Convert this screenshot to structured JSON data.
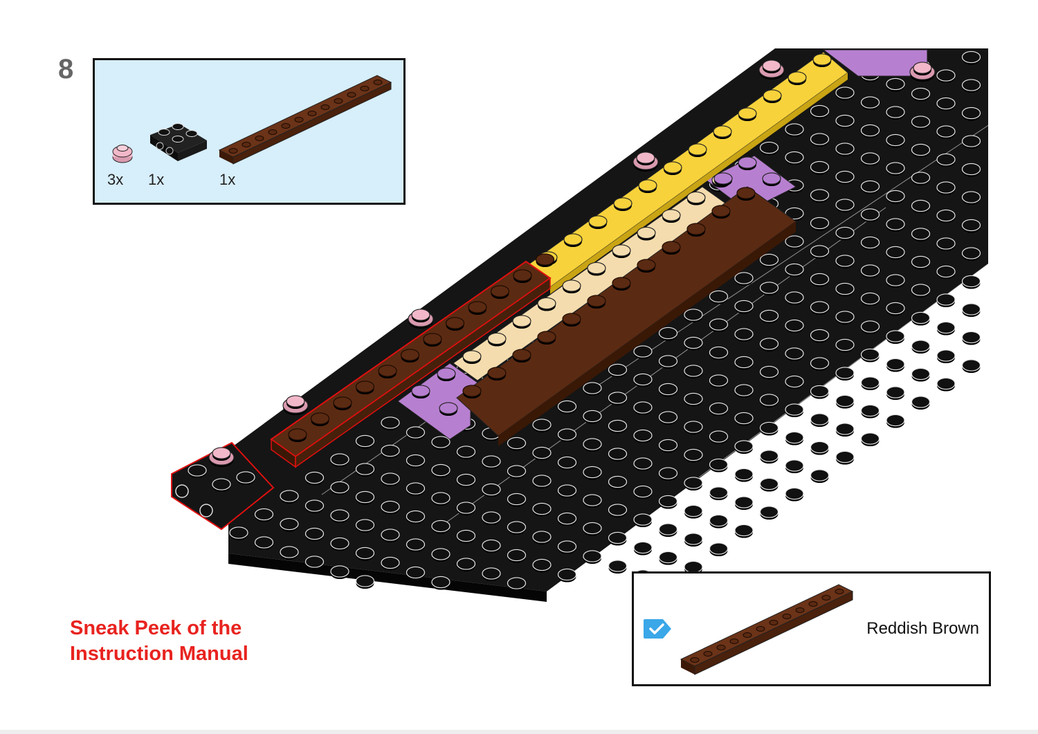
{
  "step": {
    "number": "8"
  },
  "parts_list": [
    {
      "qty": "3x",
      "part": "round-plate-1x1",
      "color": "#f2b8c9"
    },
    {
      "qty": "1x",
      "part": "plate-2x2-with-pins",
      "color": "#111111"
    },
    {
      "qty": "1x",
      "part": "plate-1x12",
      "color": "#5b2a12"
    }
  ],
  "callout": {
    "color_name": "Reddish Brown",
    "badge_icon": "checkmark-icon",
    "badge_color": "#3aa7e8"
  },
  "caption": {
    "line1": "Sneak Peek of the",
    "line2": "Instruction Manual",
    "color": "#e8231f"
  },
  "palette": {
    "black": "#111111",
    "reddish_brown": "#5b2a12",
    "yellow": "#f7d23b",
    "tan": "#f4dcae",
    "lavender": "#b77fd0",
    "bright_pink": "#f2b8c9",
    "highlight": "#e01010",
    "panel_bg": "#d7eefb"
  }
}
